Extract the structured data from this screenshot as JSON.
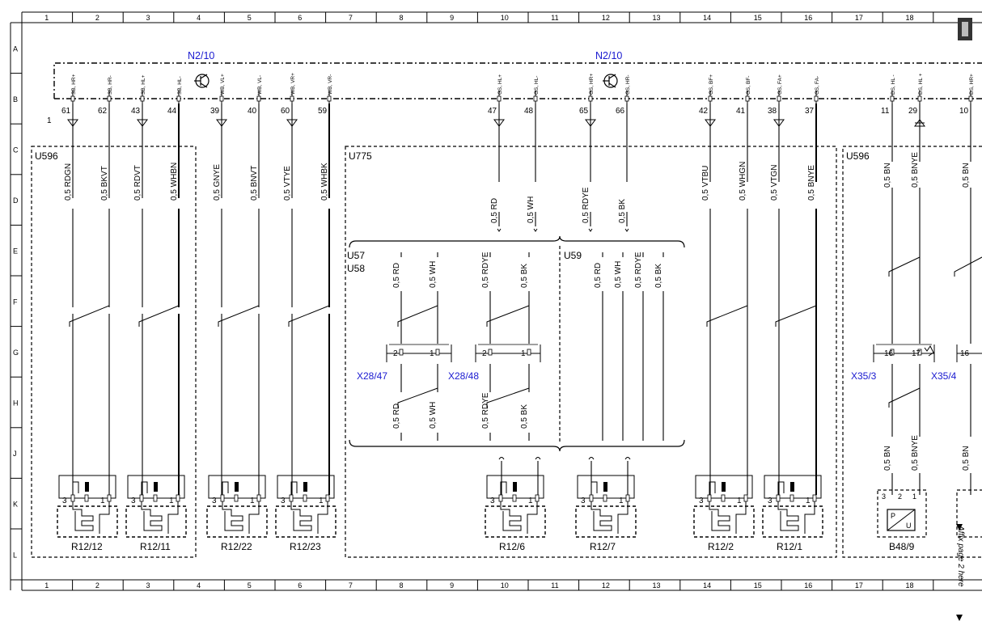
{
  "ruler": {
    "columns": [
      "1",
      "2",
      "3",
      "4",
      "5",
      "6",
      "7",
      "8",
      "9",
      "10",
      "11",
      "12",
      "13",
      "14",
      "15",
      "16",
      "17",
      "18"
    ],
    "rows": [
      "A",
      "B",
      "C",
      "D",
      "E",
      "F",
      "G",
      "H",
      "J",
      "K",
      "L"
    ]
  },
  "modules": [
    {
      "label": "N2/10",
      "color": "#1a1ad0"
    },
    {
      "label": "N2/10",
      "color": "#1a1ad0"
    }
  ],
  "connector_corner_label": "1",
  "pins": [
    {
      "term": "SB, HR+",
      "num": "61"
    },
    {
      "term": "SB, HR-",
      "num": "62"
    },
    {
      "term": "SB, HL+",
      "num": "43"
    },
    {
      "term": "SB, HL-",
      "num": "44"
    },
    {
      "term": "WB, VL+",
      "num": "39"
    },
    {
      "term": "WB, VL-",
      "num": "40"
    },
    {
      "term": "WB, VR+",
      "num": "60"
    },
    {
      "term": "WB, VR-",
      "num": "59"
    },
    {
      "term": "GS, HL+",
      "num": "47"
    },
    {
      "term": "GS, HL-",
      "num": "48"
    },
    {
      "term": "GS, HR+",
      "num": "65"
    },
    {
      "term": "GS, HR-",
      "num": "66"
    },
    {
      "term": "GS, BF+",
      "num": "42"
    },
    {
      "term": "GS, BF-",
      "num": "41"
    },
    {
      "term": "GS, FA+",
      "num": "38"
    },
    {
      "term": "GS, FA-",
      "num": "37"
    },
    {
      "term": "DS, HL -",
      "num": "11"
    },
    {
      "term": "DS, HL +",
      "num": "29"
    },
    {
      "term": "DS, HR+",
      "num": "10"
    }
  ],
  "wires_top": [
    "0,5 RDGN",
    "0,5 BKVT",
    "0,5 RDVT",
    "0,5 WHBN",
    "0,5 GNYE",
    "0,5 BNVT",
    "0,5 VTYE",
    "0,5 WHBK",
    "0,5 VTBU",
    "0,5 WHGN",
    "0,5 VTGN",
    "0,5 BNYE",
    "0,5 BN",
    "0,5 BNYE",
    "0,5 BN"
  ],
  "u775_wires": [
    "0,5 RD",
    "0,5 WH",
    "0,5 RDYE",
    "0,5 BK"
  ],
  "variants": {
    "u775": "U775",
    "u596_left": "U596",
    "u596_right": "U596",
    "u57": "U57",
    "u58": "U58",
    "u59": "U59"
  },
  "u57_wires": [
    "0,5 RD",
    "0,5 WH",
    "0,5 RDYE",
    "0,5 BK"
  ],
  "u59_wires": [
    "0,5 RD",
    "0,5 WH",
    "0,5 RDYE",
    "0,5 BK"
  ],
  "u57_wires_lower": [
    "0,5 RD",
    "0,5 WH",
    "0,5 RDYE",
    "0,5 BK"
  ],
  "connectors": {
    "x28_47": "X28/47",
    "x28_48": "X28/48",
    "x35_3": "X35/3",
    "x35_4": "X35/4",
    "pins_2_1": [
      "2",
      "1"
    ],
    "pin_16": "16",
    "pin_17": "17"
  },
  "lower_wires": [
    "0,5 BN",
    "0,5 BNYE",
    "0,5 BN"
  ],
  "heaters": [
    "R12/12",
    "R12/11",
    "R12/22",
    "R12/23",
    "R12/6",
    "R12/7",
    "R12/2",
    "R12/1"
  ],
  "heater_pins": [
    "3",
    "1"
  ],
  "sensor": {
    "label": "B48/9",
    "pins": [
      "3",
      "2",
      "1"
    ],
    "p": "P",
    "u": "U"
  },
  "side_note": "Affix page 2 here"
}
